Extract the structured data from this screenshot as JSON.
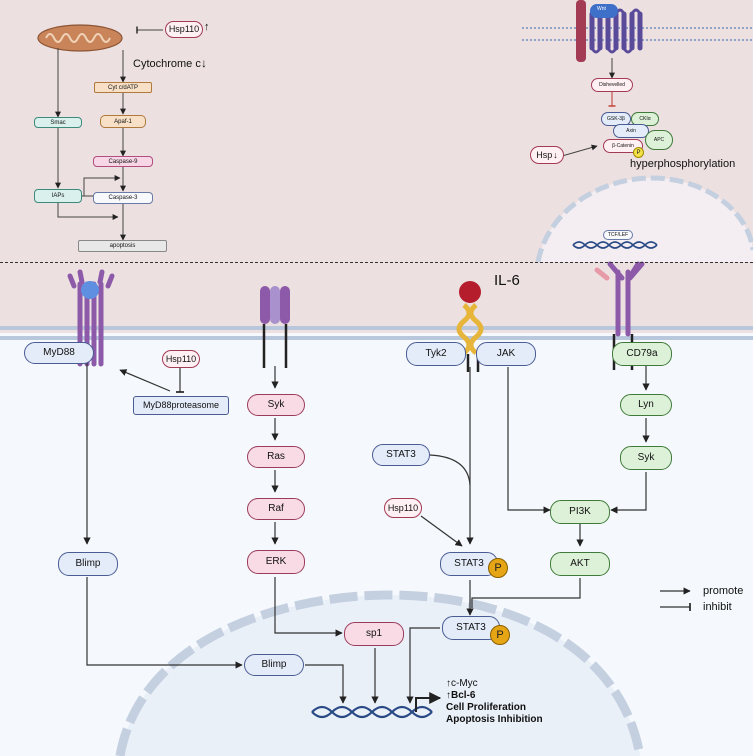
{
  "apoptosis": {
    "hsp110": "Hsp110",
    "hsp110_arrow": "↑",
    "cytochrome": "Cytochrome c",
    "cytochrome_arrow": "↓",
    "cytc_datp": "Cyt c/dATP",
    "apaf1": "Apaf-1",
    "caspase9": "Caspase-9",
    "caspase3": "Caspase-3",
    "smac": "Smac",
    "iaps": "IAPs",
    "apoptosis": "apoptosis"
  },
  "wnt": {
    "wnt": "Wnt",
    "dishevelled": "Dishevelled",
    "gsk3b": "GSK-3β",
    "ck1a": "CKIα",
    "axin": "Axin",
    "apc": "APC",
    "bcatenin": "β-Catenin",
    "p": "P",
    "hsp": "Hsp",
    "hsp_arrow": "↓",
    "hyperphosphorylation": "hyperphosphorylation",
    "tcf_lef": "TCF/LEF"
  },
  "signaling": {
    "il6": "IL-6",
    "myd88": "MyD88",
    "hsp110_myd88": "Hsp110",
    "myd88_proteasome": "MyD88proteasome",
    "syk": "Syk",
    "ras": "Ras",
    "raf": "Raf",
    "erk": "ERK",
    "tyk2": "Tyk2",
    "jak": "JAK",
    "stat3_free": "STAT3",
    "hsp110_stat": "Hsp110",
    "stat3_p": "STAT3",
    "p_label": "P",
    "cd79a": "CD79a",
    "lyn": "Lyn",
    "syk2": "Syk",
    "pi3k": "PI3K",
    "akt": "AKT",
    "blimp": "Blimp",
    "sp1": "sp1",
    "blimp_nuc": "Blimp",
    "stat3_nuc": "STAT3",
    "p_nuc": "P"
  },
  "outcomes": {
    "cmyc": "↑c-Myc",
    "bcl6": "↑Bcl-6",
    "proliferation": "Cell Proliferation",
    "apoptosis_inhibition": "Apoptosis Inhibition"
  },
  "legend": {
    "promote": "promote",
    "inhibit": "inhibit"
  },
  "colors": {
    "pink_node": "#f8dbe4",
    "blue_node": "#e4ecf9",
    "green_node": "#ddf1d8",
    "receptor_purple": "#8c5aa8",
    "phospho": "#e5a514",
    "top_background": "#ece0e0",
    "nucleus_background": "#eaf0f8"
  }
}
